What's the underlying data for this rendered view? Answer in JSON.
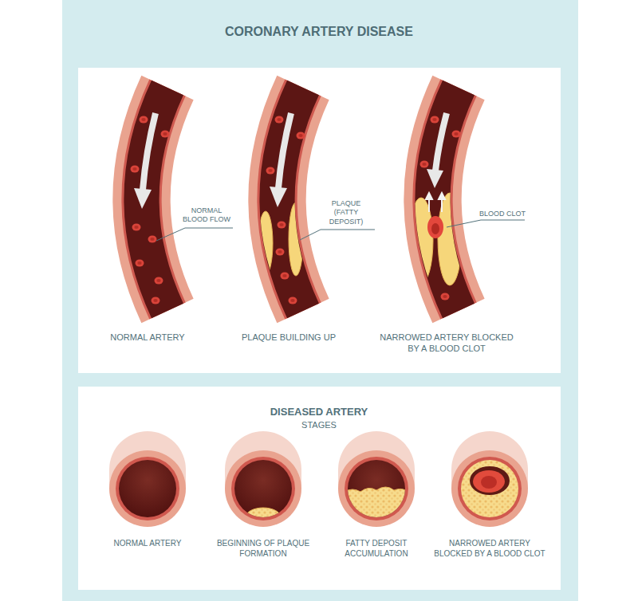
{
  "diagram": {
    "title": "CORONARY ARTERY DISEASE",
    "labels": [
      "NORMAL BLOOD FLOW",
      "PLAQUE (FATTY DEPOSIT)",
      "BLOOD CLOT",
      "NORMAL ARTERY",
      "PLAQUE BUILDING UP",
      "NARROWED ARTERY BLOCKED BY A BLOOD CLOT",
      "DISEASED ARTERY",
      "STAGES",
      "NORMAL ARTERY",
      "BEGINNING OF PLAQUE FORMATION",
      "FATTY DEPOSIT ACCUMULATION",
      "NARROWED ARTERY BLOCKED BY A BLOOD CLOT"
    ]
  }
}
